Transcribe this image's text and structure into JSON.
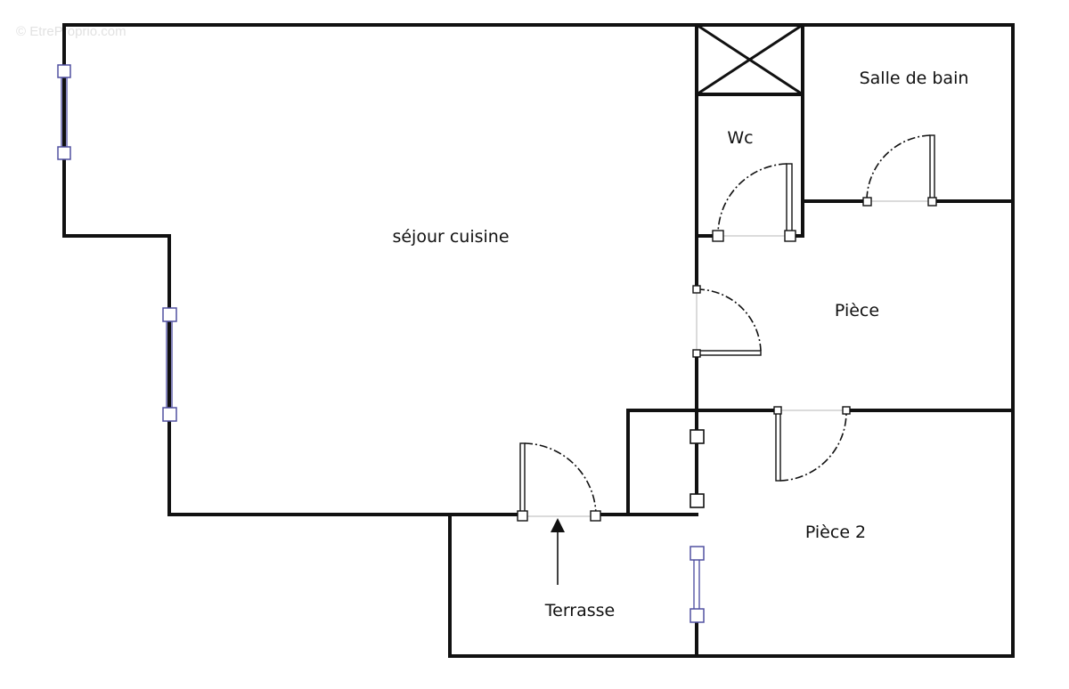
{
  "watermark": "© EtreProprio.com",
  "rooms": {
    "sejour": "séjour cuisine",
    "salle_de_bain": "Salle de bain",
    "wc": "Wc",
    "piece": "Pièce",
    "piece2": "Pièce 2",
    "terrasse": "Terrasse"
  },
  "colors": {
    "wall": "#111111",
    "window": "#5050a0",
    "background": "#ffffff"
  }
}
